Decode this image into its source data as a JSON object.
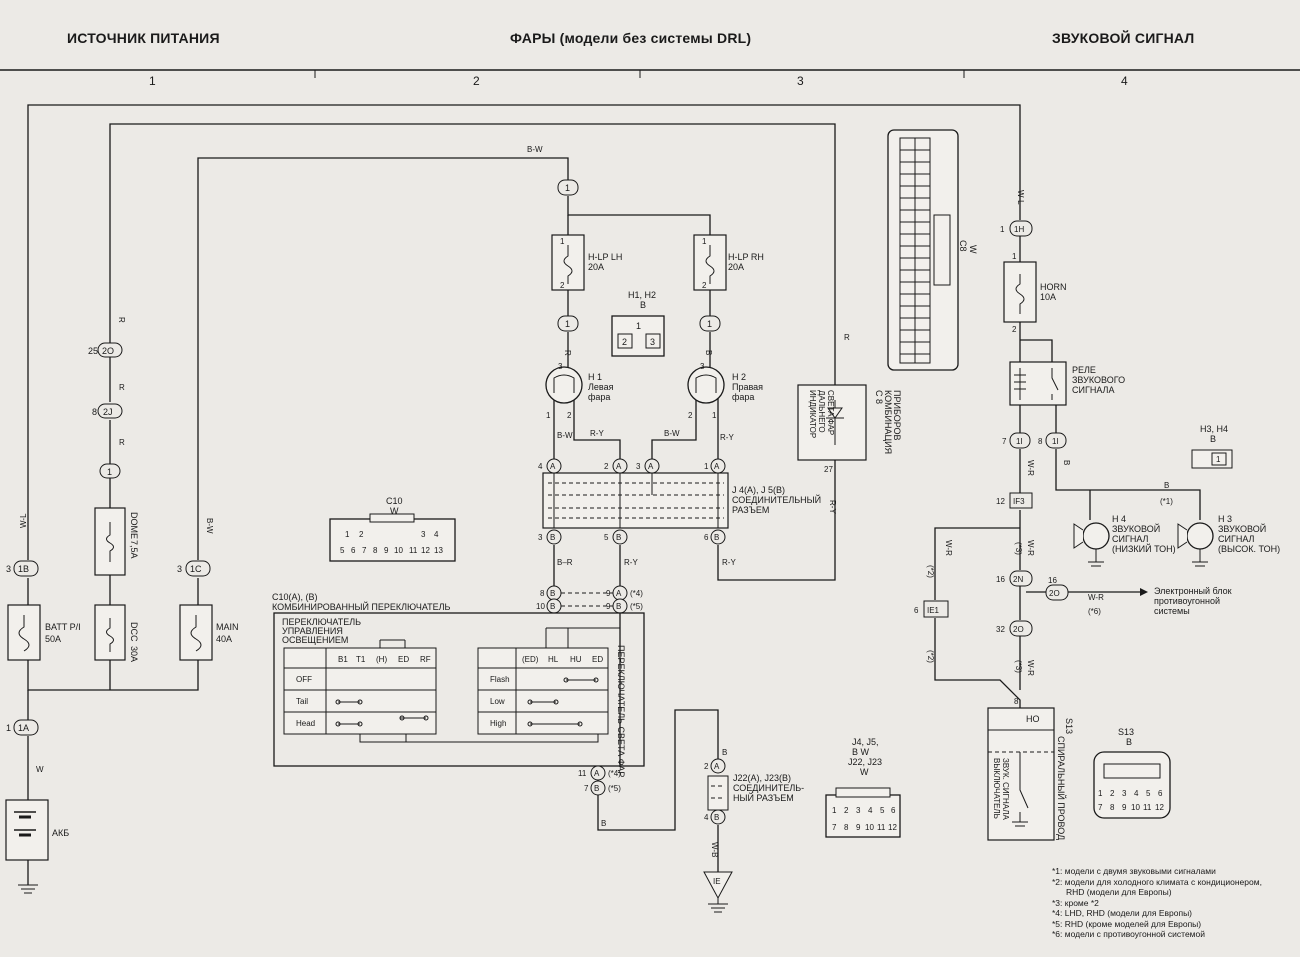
{
  "headers": {
    "power": "ИСТОЧНИК ПИТАНИЯ",
    "headlights": "ФАРЫ (модели без системы DRL)",
    "horn": "ЗВУКОВОЙ СИГНАЛ"
  },
  "columns": [
    "1",
    "2",
    "3",
    "4"
  ],
  "fuses": {
    "batt": {
      "name": "BATT P/I",
      "rating": "50A"
    },
    "dcc": {
      "name": "DCC",
      "rating": "30A"
    },
    "main": {
      "name": "MAIN",
      "rating": "40A"
    },
    "dome": {
      "name": "DOME",
      "rating": "7,5A"
    },
    "hlp_lh": {
      "name": "H-LP LH",
      "rating": "20A"
    },
    "hlp_rh": {
      "name": "H-LP RH",
      "rating": "20A"
    },
    "horn": {
      "name": "HORN",
      "rating": "10A"
    }
  },
  "wires": {
    "wl": "W-L",
    "r": "R",
    "bw": "B-W",
    "w": "W",
    "b": "B",
    "ry": "R-Y",
    "wr": "W-R",
    "wb": "W-B"
  },
  "connectors": {
    "c1B": "1B",
    "c1C": "1C",
    "c1A": "1A",
    "c2O": "2O",
    "c2J": "2J",
    "c1": "1",
    "c1H": "1H",
    "c1I": "1I",
    "cIF3": "IF3",
    "c2N": "2N",
    "cIE1": "IE1",
    "cA": "A",
    "cB": "B",
    "cIE": "IE"
  },
  "components": {
    "h1": {
      "id": "H 1",
      "name1": "Левая",
      "name2": "фара"
    },
    "h2": {
      "id": "H 2",
      "name1": "Правая",
      "name2": "фара"
    },
    "h12_conn": {
      "id": "H1, H2",
      "color": "B"
    },
    "j45": {
      "label": "J 4(A), J 5(B)",
      "name1": "СОЕДИНИТЕЛЬНЫЙ",
      "name2": "РАЗЪЕМ"
    },
    "c10": {
      "id": "C10",
      "color": "W"
    },
    "c10ab": {
      "label": "C10(A), (B)",
      "name": "КОМБИНИРОВАННЫЙ ПЕРЕКЛЮЧАТЕЛЬ"
    },
    "light_sw": {
      "l1": "ПЕРЕКЛЮЧАТЕЛЬ",
      "l2": "УПРАВЛЕНИЯ",
      "l3": "ОСВЕЩЕНИЕМ"
    },
    "light_table": {
      "cols": [
        "B1",
        "T1",
        "(H)",
        "ED",
        "RF"
      ],
      "rows": [
        "OFF",
        "Tail",
        "Head"
      ]
    },
    "beam_table": {
      "cols": [
        "(ED)",
        "HL",
        "HU",
        "ED"
      ],
      "rows": [
        "Flash",
        "Low",
        "High"
      ]
    },
    "beam_sw": "ПЕРЕКЛЮЧАТЕЛЬ СВЕТА ФАР",
    "j2223": {
      "label": "J22(A), J23(B)",
      "name1": "СОЕДИНИТЕЛЬ-",
      "name2": "НЫЙ РАЗЪЕМ"
    },
    "j_conn": {
      "l1": "J4, J5,",
      "l2": "B",
      "l3": "W",
      "l4": "J22, J23",
      "l5": "W"
    },
    "c8": {
      "id": "C8",
      "color": "W"
    },
    "c8_meter": {
      "l1": "С 8",
      "l2": "КОМБИНАЦИЯ",
      "l3": "ПРИБОРОВ"
    },
    "indicator": {
      "l1": "ИНДИКАТОР",
      "l2": "ДАЛЬНЕГО",
      "l3": "СВЕТА ФАР"
    },
    "relay": {
      "l1": "РЕЛЕ",
      "l2": "ЗВУКОВОГО",
      "l3": "СИГНАЛА"
    },
    "h34_conn": {
      "id": "H3, H4",
      "color": "B"
    },
    "h4": {
      "id": "H 4",
      "l1": "ЗВУКОВОЙ",
      "l2": "СИГНАЛ",
      "l3": "(НИЗКИЙ ТОН)"
    },
    "h3": {
      "id": "H 3",
      "l1": "ЗВУКОВОЙ",
      "l2": "СИГНАЛ",
      "l3": "(ВЫСОК. ТОН)"
    },
    "immob": {
      "l1": "Электронный блок",
      "l2": "противоугонной",
      "l3": "системы"
    },
    "s13": {
      "id": "S13",
      "l1": "СПИРАЛЬНЫЙ ПРОВОД",
      "l2": "ВЫКЛЮЧАТЕЛЬ",
      "l3": "ЗВУК. СИГНАЛА",
      "pin": "HO"
    },
    "s13_conn": {
      "id": "S13",
      "color": "B"
    },
    "battery": "АКБ"
  },
  "markers": {
    "m1": "(*1)",
    "m2": "(*2)",
    "m3": "(*3)",
    "m4": "(*4)",
    "m5": "(*5)",
    "m6": "(*6)"
  },
  "notes": [
    "*1: модели с двумя звуковыми сигналами",
    "*2: модели для холодного климата с кондиционером,",
    "     RHD (модели для Европы)",
    "*3: кроме *2",
    "*4: LHD, RHD (модели для Европы)",
    "*5: RHD (кроме моделей для Европы)",
    "*6: модели с противоугонной системой"
  ]
}
